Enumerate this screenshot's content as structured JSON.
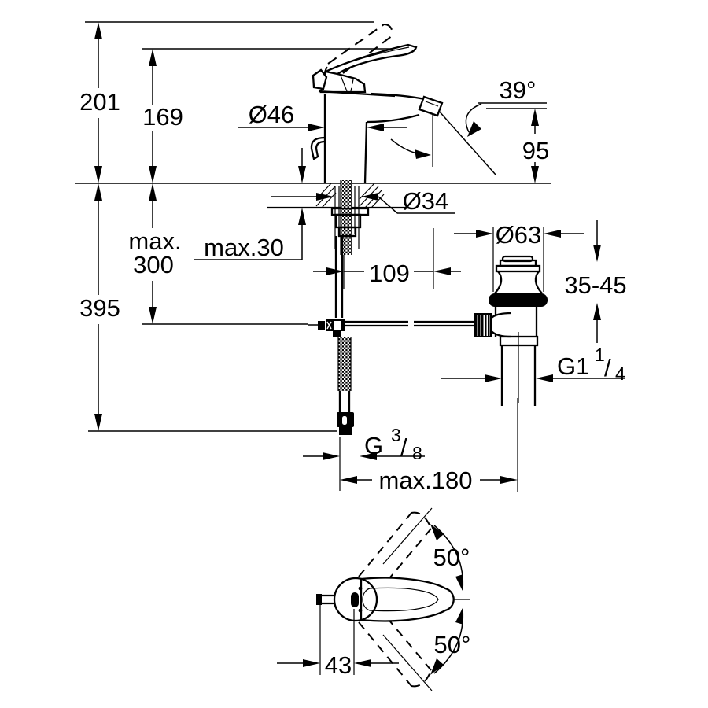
{
  "drawing": {
    "background": "#ffffff",
    "line_color": "#000000",
    "description": "Technical dimension drawing of a single-lever basin mixer with pop-up waste set"
  },
  "side_view": {
    "height_overall": "201",
    "height_handle": "169",
    "body_diameter": "Ø46",
    "spout_angle": "39°",
    "outlet_height": "95",
    "shank_diameter": "Ø34",
    "deck_thickness_max": "max.30",
    "install_depth_max_line1": "max.",
    "install_depth_max_line2": "300",
    "spout_reach": "109",
    "hose_drop": "395",
    "clearance_max": "max.180",
    "supply_thread_prefix": "G",
    "supply_thread_sup": "3",
    "supply_thread_slash": "/",
    "supply_thread_sub": "8"
  },
  "waste_valve": {
    "flange_diameter": "Ø63",
    "mount_range": "35-45",
    "thread_prefix": "G1",
    "thread_sup": "1",
    "thread_slash": "/",
    "thread_sub": "4"
  },
  "top_view": {
    "swing_angle_up": "50°",
    "swing_angle_down": "50°",
    "handle_offset": "43"
  }
}
